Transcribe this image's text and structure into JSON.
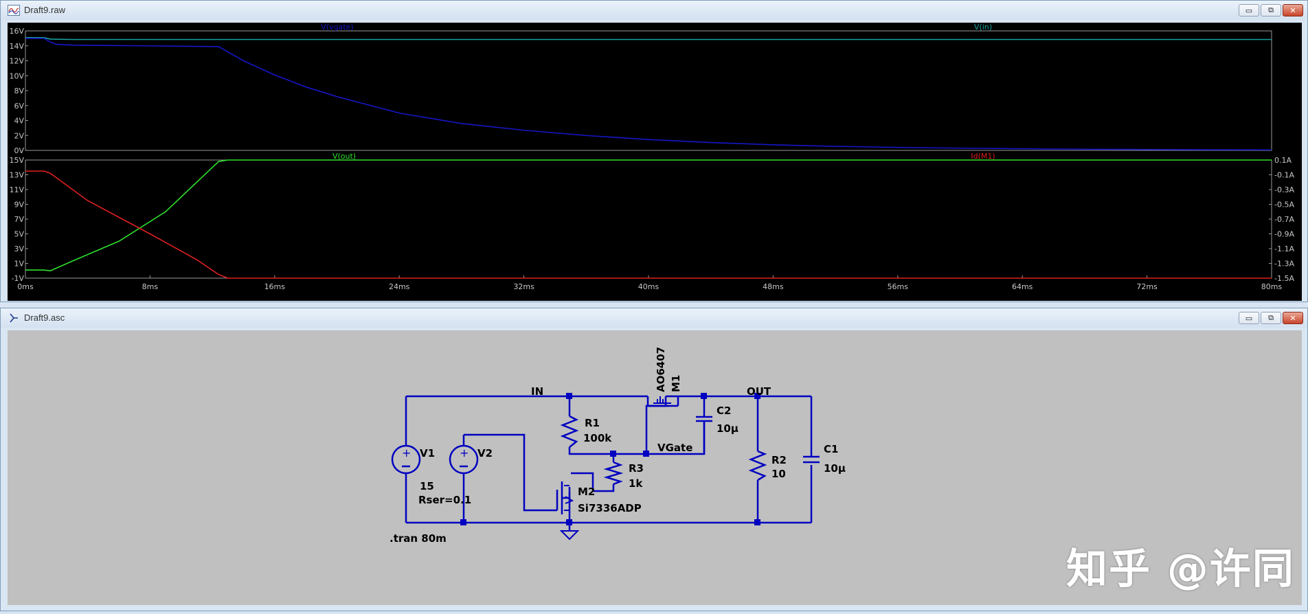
{
  "plot_window": {
    "title": "Draft9.raw",
    "controls": {
      "minimize": "▭",
      "maximize": "⧉",
      "close": "✕"
    }
  },
  "schematic_window": {
    "title": "Draft9.asc",
    "controls": {
      "minimize": "▭",
      "maximize": "⧉",
      "close": "✕"
    }
  },
  "colors": {
    "vgate": "#1616c8",
    "vin": "#1aa0a0",
    "vout": "#2ee02e",
    "idm1": "#e02020",
    "wire": "#0000c0",
    "plot_bg": "#000000",
    "schematic_bg": "#c0c0c0"
  },
  "chart_data": [
    {
      "type": "line",
      "legend": [
        "V(vgate)",
        "V(in)"
      ],
      "xlim": [
        0,
        80
      ],
      "x_ticks": [
        "0ms",
        "8ms",
        "16ms",
        "24ms",
        "32ms",
        "40ms",
        "48ms",
        "56ms",
        "64ms",
        "72ms",
        "80ms"
      ],
      "ylim": [
        0,
        16
      ],
      "y_ticks": [
        "16V",
        "14V",
        "12V",
        "10V",
        "8V",
        "6V",
        "4V",
        "2V",
        "0V"
      ],
      "series": [
        {
          "name": "V(vgate)",
          "x": [
            0,
            1.2,
            1.6,
            2,
            3,
            5,
            8,
            10,
            12.4,
            14,
            16,
            18,
            20,
            24,
            28,
            32,
            36,
            40,
            44,
            48,
            52,
            56,
            60,
            64,
            68,
            72,
            76,
            80
          ],
          "y": [
            15,
            15,
            14.5,
            14.2,
            14.1,
            14.05,
            14.0,
            13.95,
            13.9,
            12.0,
            10.1,
            8.5,
            7.2,
            5.0,
            3.6,
            2.7,
            2.0,
            1.45,
            1.05,
            0.75,
            0.55,
            0.4,
            0.3,
            0.22,
            0.16,
            0.12,
            0.09,
            0.07
          ]
        },
        {
          "name": "V(in)",
          "x": [
            0,
            1.2,
            1.6,
            3,
            8,
            80
          ],
          "y": [
            15.1,
            15.1,
            14.9,
            14.85,
            14.85,
            14.85
          ]
        }
      ]
    },
    {
      "type": "line",
      "legend": [
        "V(out)",
        "Id(M1)"
      ],
      "xlim": [
        0,
        80
      ],
      "x_ticks": [
        "0ms",
        "8ms",
        "16ms",
        "24ms",
        "32ms",
        "40ms",
        "48ms",
        "56ms",
        "64ms",
        "72ms",
        "80ms"
      ],
      "ylim_left": [
        -1,
        15
      ],
      "y_ticks_left": [
        "15V",
        "13V",
        "11V",
        "9V",
        "7V",
        "5V",
        "3V",
        "1V",
        "-1V"
      ],
      "ylim_right": [
        -1.5,
        0.1
      ],
      "y_ticks_right": [
        "0.1A",
        "-0.1A",
        "-0.3A",
        "-0.5A",
        "-0.7A",
        "-0.9A",
        "-1.1A",
        "-1.3A",
        "-1.5A"
      ],
      "series": [
        {
          "name": "V(out)",
          "axis": "left",
          "x": [
            0,
            1.2,
            1.6,
            3,
            6,
            9,
            12.4,
            13,
            80
          ],
          "y": [
            0.1,
            0.1,
            0.0,
            1.3,
            4.0,
            8.0,
            14.8,
            15.0,
            15.0
          ]
        },
        {
          "name": "Id(M1)",
          "axis": "right",
          "x": [
            0,
            1.2,
            1.6,
            4,
            8,
            11,
            12.4,
            13,
            80
          ],
          "y": [
            -0.05,
            -0.05,
            -0.08,
            -0.45,
            -0.9,
            -1.25,
            -1.45,
            -1.5,
            -1.5
          ]
        }
      ]
    }
  ],
  "schematic": {
    "labels": {
      "in": "IN",
      "out": "OUT",
      "vgate": "VGate",
      "v1": "V1",
      "v1_value": "15",
      "v1_rser": "Rser=0.1",
      "v2": "V2",
      "r1": "R1",
      "r1_value": "100k",
      "r2": "R2",
      "r2_value": "10",
      "r3": "R3",
      "r3_value": "1k",
      "c1": "C1",
      "c1_value": "10µ",
      "c2": "C2",
      "c2_value": "10µ",
      "m1": "M1",
      "m1_part": "AO6407",
      "m2": "M2",
      "m2_part": "Si7336ADP",
      "directive": ".tran 80m"
    }
  },
  "watermark": "知乎 @许同"
}
